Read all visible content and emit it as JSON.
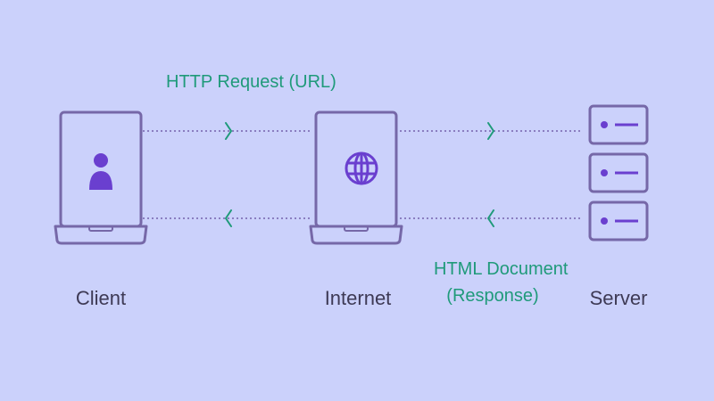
{
  "nodes": {
    "client": {
      "label": "Client"
    },
    "internet": {
      "label": "Internet"
    },
    "server": {
      "label": "Server"
    }
  },
  "flows": {
    "request": {
      "label": "HTTP Request (URL)"
    },
    "response": {
      "line1": "HTML Document",
      "line2": "(Response)"
    }
  },
  "colors": {
    "background": "#cbd1fb",
    "stroke": "#7668a8",
    "accent": "#6a3fcf",
    "flow_text": "#1f9a7a",
    "node_text": "#3e3a55"
  }
}
